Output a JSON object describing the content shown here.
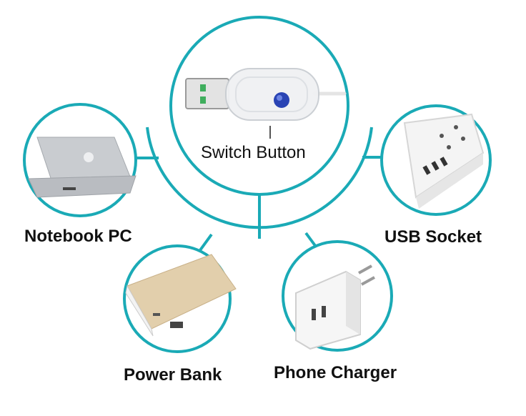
{
  "labels": {
    "switch_button": "Switch Button",
    "notebook_pc": "Notebook PC",
    "usb_socket": "USB Socket",
    "power_bank": "Power Bank",
    "phone_charger": "Phone Charger"
  },
  "icons": {
    "usb_plug": "usb-plug-with-switch-button",
    "laptop": "silver-laptop",
    "power_strip": "white-usb-power-strip",
    "power_bank": "gold-power-bank",
    "charger": "white-usb-wall-charger"
  },
  "colors": {
    "accent": "#1aaab6",
    "text": "#111111",
    "background": "#ffffff"
  }
}
